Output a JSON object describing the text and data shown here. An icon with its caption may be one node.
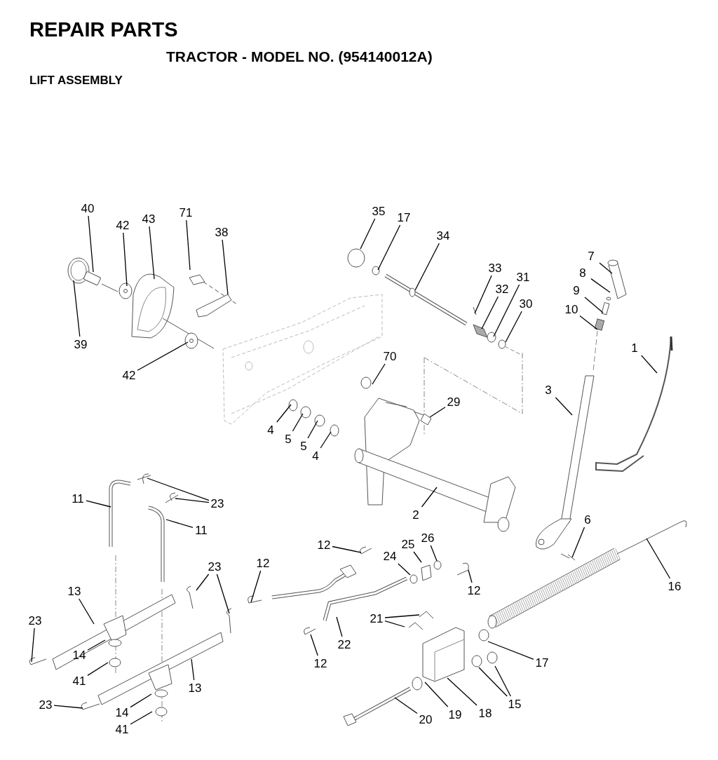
{
  "diagram": {
    "title": "REPAIR PARTS",
    "nodes": [
      {
        "text": [
          "40"
        ]
      },
      {
        "text": [
          "42"
        ]
      },
      {
        "text": [
          "43"
        ]
      },
      {
        "text": [
          "71"
        ]
      },
      {
        "text": [
          "38"
        ]
      },
      {
        "text": [
          "39"
        ]
      },
      {
        "text": [
          "42"
        ]
      },
      {
        "text": [
          "35"
        ]
      },
      {
        "text": [
          "17"
        ]
      },
      {
        "text": [
          "34"
        ]
      },
      {
        "text": [
          "33"
        ]
      },
      {
        "text": [
          "32"
        ]
      },
      {
        "text": [
          "31"
        ]
      },
      {
        "text": [
          "30"
        ]
      },
      {
        "text": [
          "7"
        ]
      },
      {
        "text": [
          "8"
        ]
      },
      {
        "text": [
          "9"
        ]
      },
      {
        "text": [
          "10"
        ]
      },
      {
        "text": [
          "1"
        ]
      },
      {
        "text": [
          "3"
        ]
      },
      {
        "text": [
          "70"
        ]
      },
      {
        "text": [
          "29"
        ]
      },
      {
        "text": [
          "4"
        ]
      },
      {
        "text": [
          "5"
        ]
      },
      {
        "text": [
          "5"
        ]
      },
      {
        "text": [
          "4"
        ]
      },
      {
        "text": [
          "2"
        ]
      },
      {
        "text": [
          "6"
        ]
      },
      {
        "text": [
          "16"
        ]
      },
      {
        "text": [
          "11"
        ]
      },
      {
        "text": [
          "23"
        ]
      },
      {
        "text": [
          "11"
        ]
      },
      {
        "text": [
          "12"
        ]
      },
      {
        "text": [
          "12"
        ]
      },
      {
        "text": [
          "23"
        ]
      },
      {
        "text": [
          "25"
        ]
      },
      {
        "text": [
          "26"
        ]
      },
      {
        "text": [
          "24"
        ]
      },
      {
        "text": [
          "12"
        ]
      },
      {
        "text": [
          "13"
        ]
      },
      {
        "text": [
          "23"
        ]
      },
      {
        "text": [
          "21"
        ]
      },
      {
        "text": [
          "22"
        ]
      },
      {
        "text": [
          "12"
        ]
      },
      {
        "text": [
          "17"
        ]
      },
      {
        "text": [
          "14"
        ]
      },
      {
        "text": [
          "41"
        ]
      },
      {
        "text": [
          "13"
        ]
      },
      {
        "text": [
          "23"
        ]
      },
      {
        "text": [
          "15"
        ]
      },
      {
        "text": [
          "20"
        ]
      },
      {
        "text": [
          "19"
        ]
      },
      {
        "text": [
          "18"
        ]
      },
      {
        "text": [
          "14"
        ]
      },
      {
        "text": [
          "41"
        ]
      }
    ],
    "edges": [
      {
        "from": 0,
        "to": null,
        "arrow": "none"
      },
      {
        "from": 1,
        "to": null,
        "arrow": "none"
      },
      {
        "from": 2,
        "to": null,
        "arrow": "none"
      },
      {
        "from": 3,
        "to": null,
        "arrow": "none"
      },
      {
        "from": 4,
        "to": null,
        "arrow": "none"
      },
      {
        "from": 5,
        "to": null,
        "arrow": "none"
      },
      {
        "from": 6,
        "to": null,
        "arrow": "none"
      },
      {
        "from": 7,
        "to": null,
        "arrow": "none"
      },
      {
        "from": 8,
        "to": null,
        "arrow": "none"
      },
      {
        "from": 9,
        "to": null,
        "arrow": "none"
      },
      {
        "from": 10,
        "to": null,
        "arrow": "none"
      },
      {
        "from": 11,
        "to": null,
        "arrow": "none"
      },
      {
        "from": 12,
        "to": null,
        "arrow": "none"
      },
      {
        "from": 13,
        "to": null,
        "arrow": "none"
      },
      {
        "from": 14,
        "to": null,
        "arrow": "none"
      },
      {
        "from": 15,
        "to": null,
        "arrow": "none"
      },
      {
        "from": 16,
        "to": null,
        "arrow": "none"
      },
      {
        "from": 17,
        "to": null,
        "arrow": "none"
      },
      {
        "from": 18,
        "to": null,
        "arrow": "none"
      },
      {
        "from": 19,
        "to": null,
        "arrow": "none"
      },
      {
        "from": 20,
        "to": null,
        "arrow": "none"
      },
      {
        "from": 21,
        "to": null,
        "arrow": "none"
      },
      {
        "from": 22,
        "to": null,
        "arrow": "none"
      },
      {
        "from": 23,
        "to": null,
        "arrow": "none"
      },
      {
        "from": 24,
        "to": null,
        "arrow": "none"
      },
      {
        "from": 25,
        "to": null,
        "arrow": "none"
      },
      {
        "from": 26,
        "to": null,
        "arrow": "none"
      },
      {
        "from": 27,
        "to": null,
        "arrow": "none"
      },
      {
        "from": 28,
        "to": null,
        "arrow": "none"
      },
      {
        "from": 29,
        "to": null,
        "arrow": "none"
      },
      {
        "from": 30,
        "to": null,
        "arrow": "none"
      },
      {
        "from": 30,
        "to": null,
        "arrow": "none"
      },
      {
        "from": 31,
        "to": null,
        "arrow": "none"
      },
      {
        "from": 32,
        "to": null,
        "arrow": "none"
      },
      {
        "from": 33,
        "to": null,
        "arrow": "none"
      },
      {
        "from": 34,
        "to": null,
        "arrow": "none"
      },
      {
        "from": 34,
        "to": null,
        "arrow": "none"
      },
      {
        "from": 35,
        "to": null,
        "arrow": "none"
      },
      {
        "from": 36,
        "to": null,
        "arrow": "none"
      },
      {
        "from": 37,
        "to": null,
        "arrow": "none"
      },
      {
        "from": 38,
        "to": null,
        "arrow": "none"
      },
      {
        "from": 39,
        "to": null,
        "arrow": "none"
      },
      {
        "from": 40,
        "to": null,
        "arrow": "none"
      },
      {
        "from": 41,
        "to": null,
        "arrow": "none"
      },
      {
        "from": 41,
        "to": null,
        "arrow": "none"
      },
      {
        "from": 42,
        "to": null,
        "arrow": "none"
      },
      {
        "from": 43,
        "to": null,
        "arrow": "none"
      },
      {
        "from": 44,
        "to": null,
        "arrow": "none"
      },
      {
        "from": 45,
        "to": null,
        "arrow": "none"
      },
      {
        "from": 46,
        "to": null,
        "arrow": "none"
      },
      {
        "from": 47,
        "to": null,
        "arrow": "none"
      },
      {
        "from": 48,
        "to": null,
        "arrow": "none"
      },
      {
        "from": 49,
        "to": null,
        "arrow": "none"
      },
      {
        "from": 49,
        "to": null,
        "arrow": "none"
      },
      {
        "from": 50,
        "to": null,
        "arrow": "none"
      },
      {
        "from": 51,
        "to": null,
        "arrow": "none"
      },
      {
        "from": 52,
        "to": null,
        "arrow": "none"
      },
      {
        "from": 53,
        "to": null,
        "arrow": "none"
      },
      {
        "from": 54,
        "to": null,
        "arrow": "none"
      }
    ],
    "labels": [
      "TRACTOR - MODEL NO. (954140012A)",
      "LIFT ASSEMBLY"
    ]
  }
}
